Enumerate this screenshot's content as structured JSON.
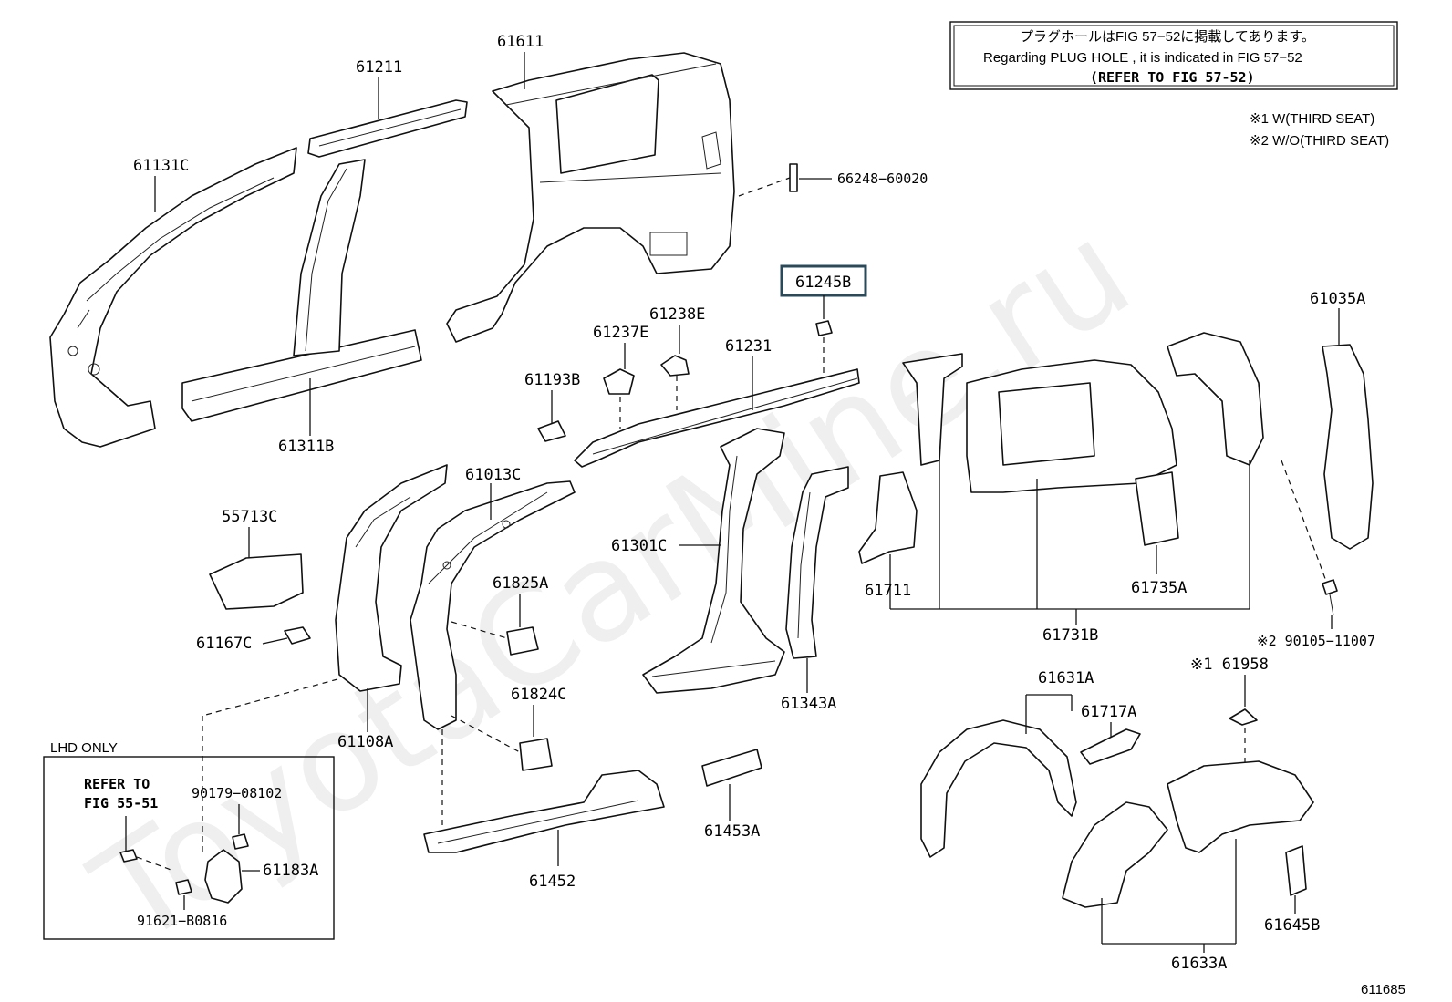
{
  "note_box": {
    "line1": "プラグホールはFIG 57−52に掲載してあります。",
    "line2": "Regarding PLUG HOLE , it is indicated in FIG 57−52",
    "line3": "(REFER TO FIG 57-52)"
  },
  "legend": {
    "item1": "※1 W(THIRD SEAT)",
    "item2": "※2 W/O(THIRD SEAT)"
  },
  "lhd_box": {
    "title": "LHD ONLY",
    "refer_line1": "REFER TO",
    "refer_line2": "FIG 55-51"
  },
  "parts": {
    "p61611": "61611",
    "p61211": "61211",
    "p61131C": "61131C",
    "p61311B": "61311B",
    "p66248": "66248−60020",
    "p61245B": "61245B",
    "p61238E": "61238E",
    "p61237E": "61237E",
    "p61231": "61231",
    "p61193B": "61193B",
    "p61013C": "61013C",
    "p55713C": "55713C",
    "p61167C": "61167C",
    "p61825A": "61825A",
    "p61824C": "61824C",
    "p61301C": "61301C",
    "p61343A": "61343A",
    "p61108A": "61108A",
    "p61711": "61711",
    "p61735A": "61735A",
    "p61731B": "61731B",
    "p61035A": "61035A",
    "p90105": "※2 90105−11007",
    "p61631A": "61631A",
    "p61717A": "61717A",
    "p61958": "※1 61958",
    "p61645B": "61645B",
    "p61633A": "61633A",
    "p61452": "61452",
    "p61453A": "61453A",
    "p90179": "90179−08102",
    "p61183A": "61183A",
    "p91621": "91621−B0816"
  },
  "figure_id": "611685",
  "watermark": "ToyotaCarMine.ru"
}
